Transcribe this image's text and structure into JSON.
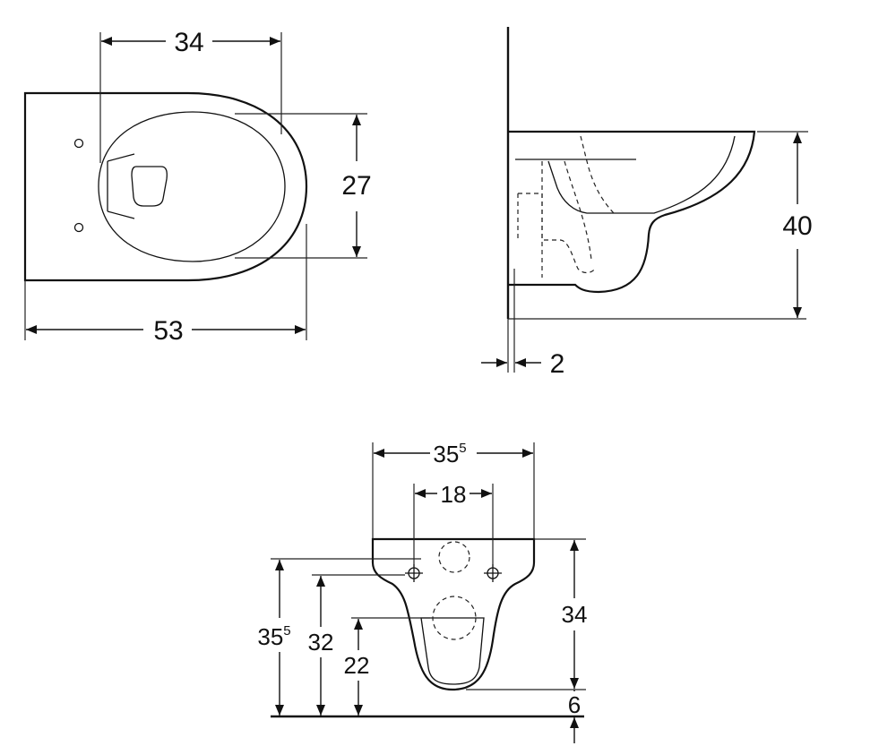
{
  "top_view": {
    "width_inner": "34",
    "depth_inner": "27",
    "length_total": "53"
  },
  "side_view": {
    "height": "40",
    "gap": "2"
  },
  "front_view": {
    "width_total_main": "35",
    "width_total_sup": "5",
    "bolt_spacing": "18",
    "height_body": "34",
    "bottom_clearance": "6",
    "height_top_main": "35",
    "height_top_sup": "5",
    "height_bolts": "32",
    "height_outlet": "22"
  }
}
